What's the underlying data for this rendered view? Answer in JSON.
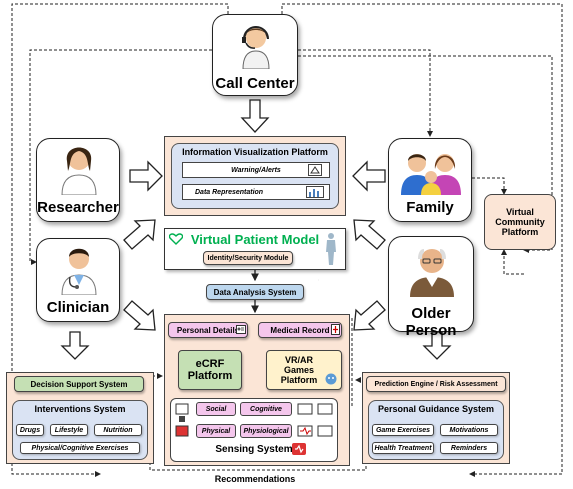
{
  "actors": {
    "call_center": "Call Center",
    "researcher": "Researcher",
    "clinician": "Clinician",
    "family": "Family",
    "older_person": "Older Person"
  },
  "info_vis": {
    "title": "Information Visualization Platform",
    "warnings": "Warning/Alerts",
    "data_rep": "Data Representation"
  },
  "community": {
    "title": "Virtual Community Platform"
  },
  "vpm": {
    "title": "Virtual Patient Model",
    "identity": "Identity/Security Module"
  },
  "analysis": {
    "title": "Data Analysis System"
  },
  "platform": {
    "personal_details": "Personal Details",
    "medical_record": "Medical Record",
    "ecrf": "eCRF Platform",
    "games": "VR/AR Games Platform",
    "sensing": "Sensing System",
    "sensors": {
      "social": "Social",
      "cognitive": "Cognitive",
      "physical": "Physical",
      "physiological": "Physiological"
    }
  },
  "dss": {
    "title": "Decision Support System",
    "interventions": "Interventions System",
    "chips": [
      "Drugs",
      "Lifestyle",
      "Nutrition",
      "Physical/Cognitive Exercises"
    ]
  },
  "prediction": {
    "title": "Prediction Engine / Risk Assessment",
    "guidance": "Personal Guidance System",
    "chips": [
      "Game Exercises",
      "Motivations",
      "Health Treatment",
      "Reminders"
    ]
  },
  "recommendations": "Recommendations",
  "colors": {
    "panel": "#fbe5d6",
    "inner_blue": "#dae3f3",
    "vpm_green": "#00b050",
    "dss_green": "#c5e0b4",
    "pill_blue": "#bdd7ee",
    "pink": "#f4c6ec",
    "games_yellow": "#fff2cc"
  },
  "icons": [
    "operator-headset-icon",
    "researcher-icon",
    "doctor-icon",
    "family-icon",
    "elderly-man-icon",
    "human-body-icon",
    "heart-icon",
    "id-card-icon",
    "medical-record-icon",
    "game-icon",
    "sensor-icon",
    "chart-icon"
  ]
}
